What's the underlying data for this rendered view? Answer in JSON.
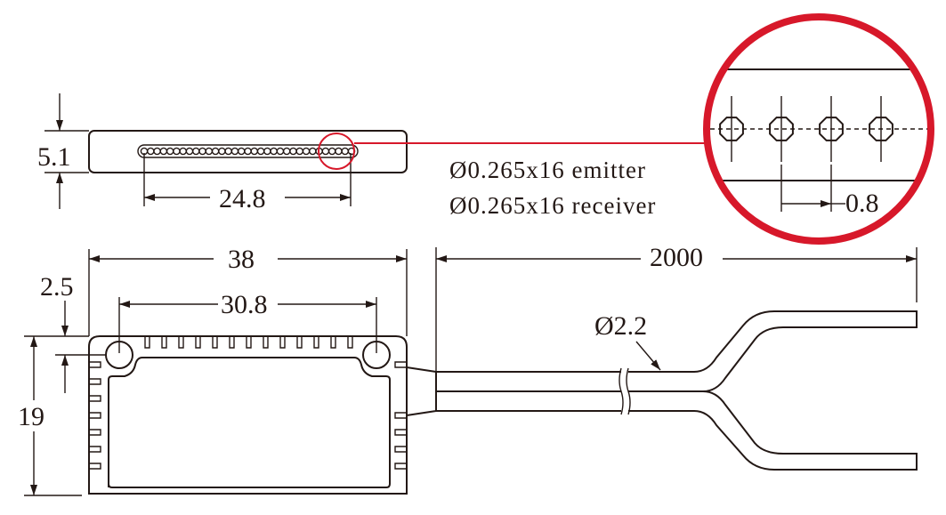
{
  "colors": {
    "line": "#231815",
    "highlight": "#d7182a"
  },
  "top_view": {
    "height_dim": "5.1",
    "array_length_dim": "24.8",
    "fiber_count_drawn": 33
  },
  "spec": {
    "emitter": "Ø0.265x16 emitter",
    "receiver": "Ø0.265x16 receiver"
  },
  "detail": {
    "pitch_dim": "0.8"
  },
  "front_view": {
    "width_dim": "38",
    "hole_pitch_dim": "30.8",
    "hole_offset_dim": "2.5",
    "height_dim": "19",
    "top_slots": 13
  },
  "cable": {
    "length_dim": "2000",
    "diameter_dim": "Ø2.2"
  }
}
